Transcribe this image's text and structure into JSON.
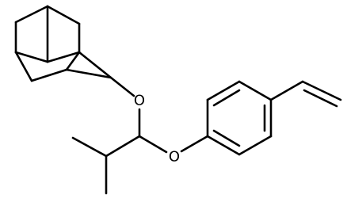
{
  "structure": {
    "atoms": [
      {
        "id": "O1",
        "symbol": "O"
      },
      {
        "id": "O2",
        "symbol": "O"
      }
    ]
  }
}
